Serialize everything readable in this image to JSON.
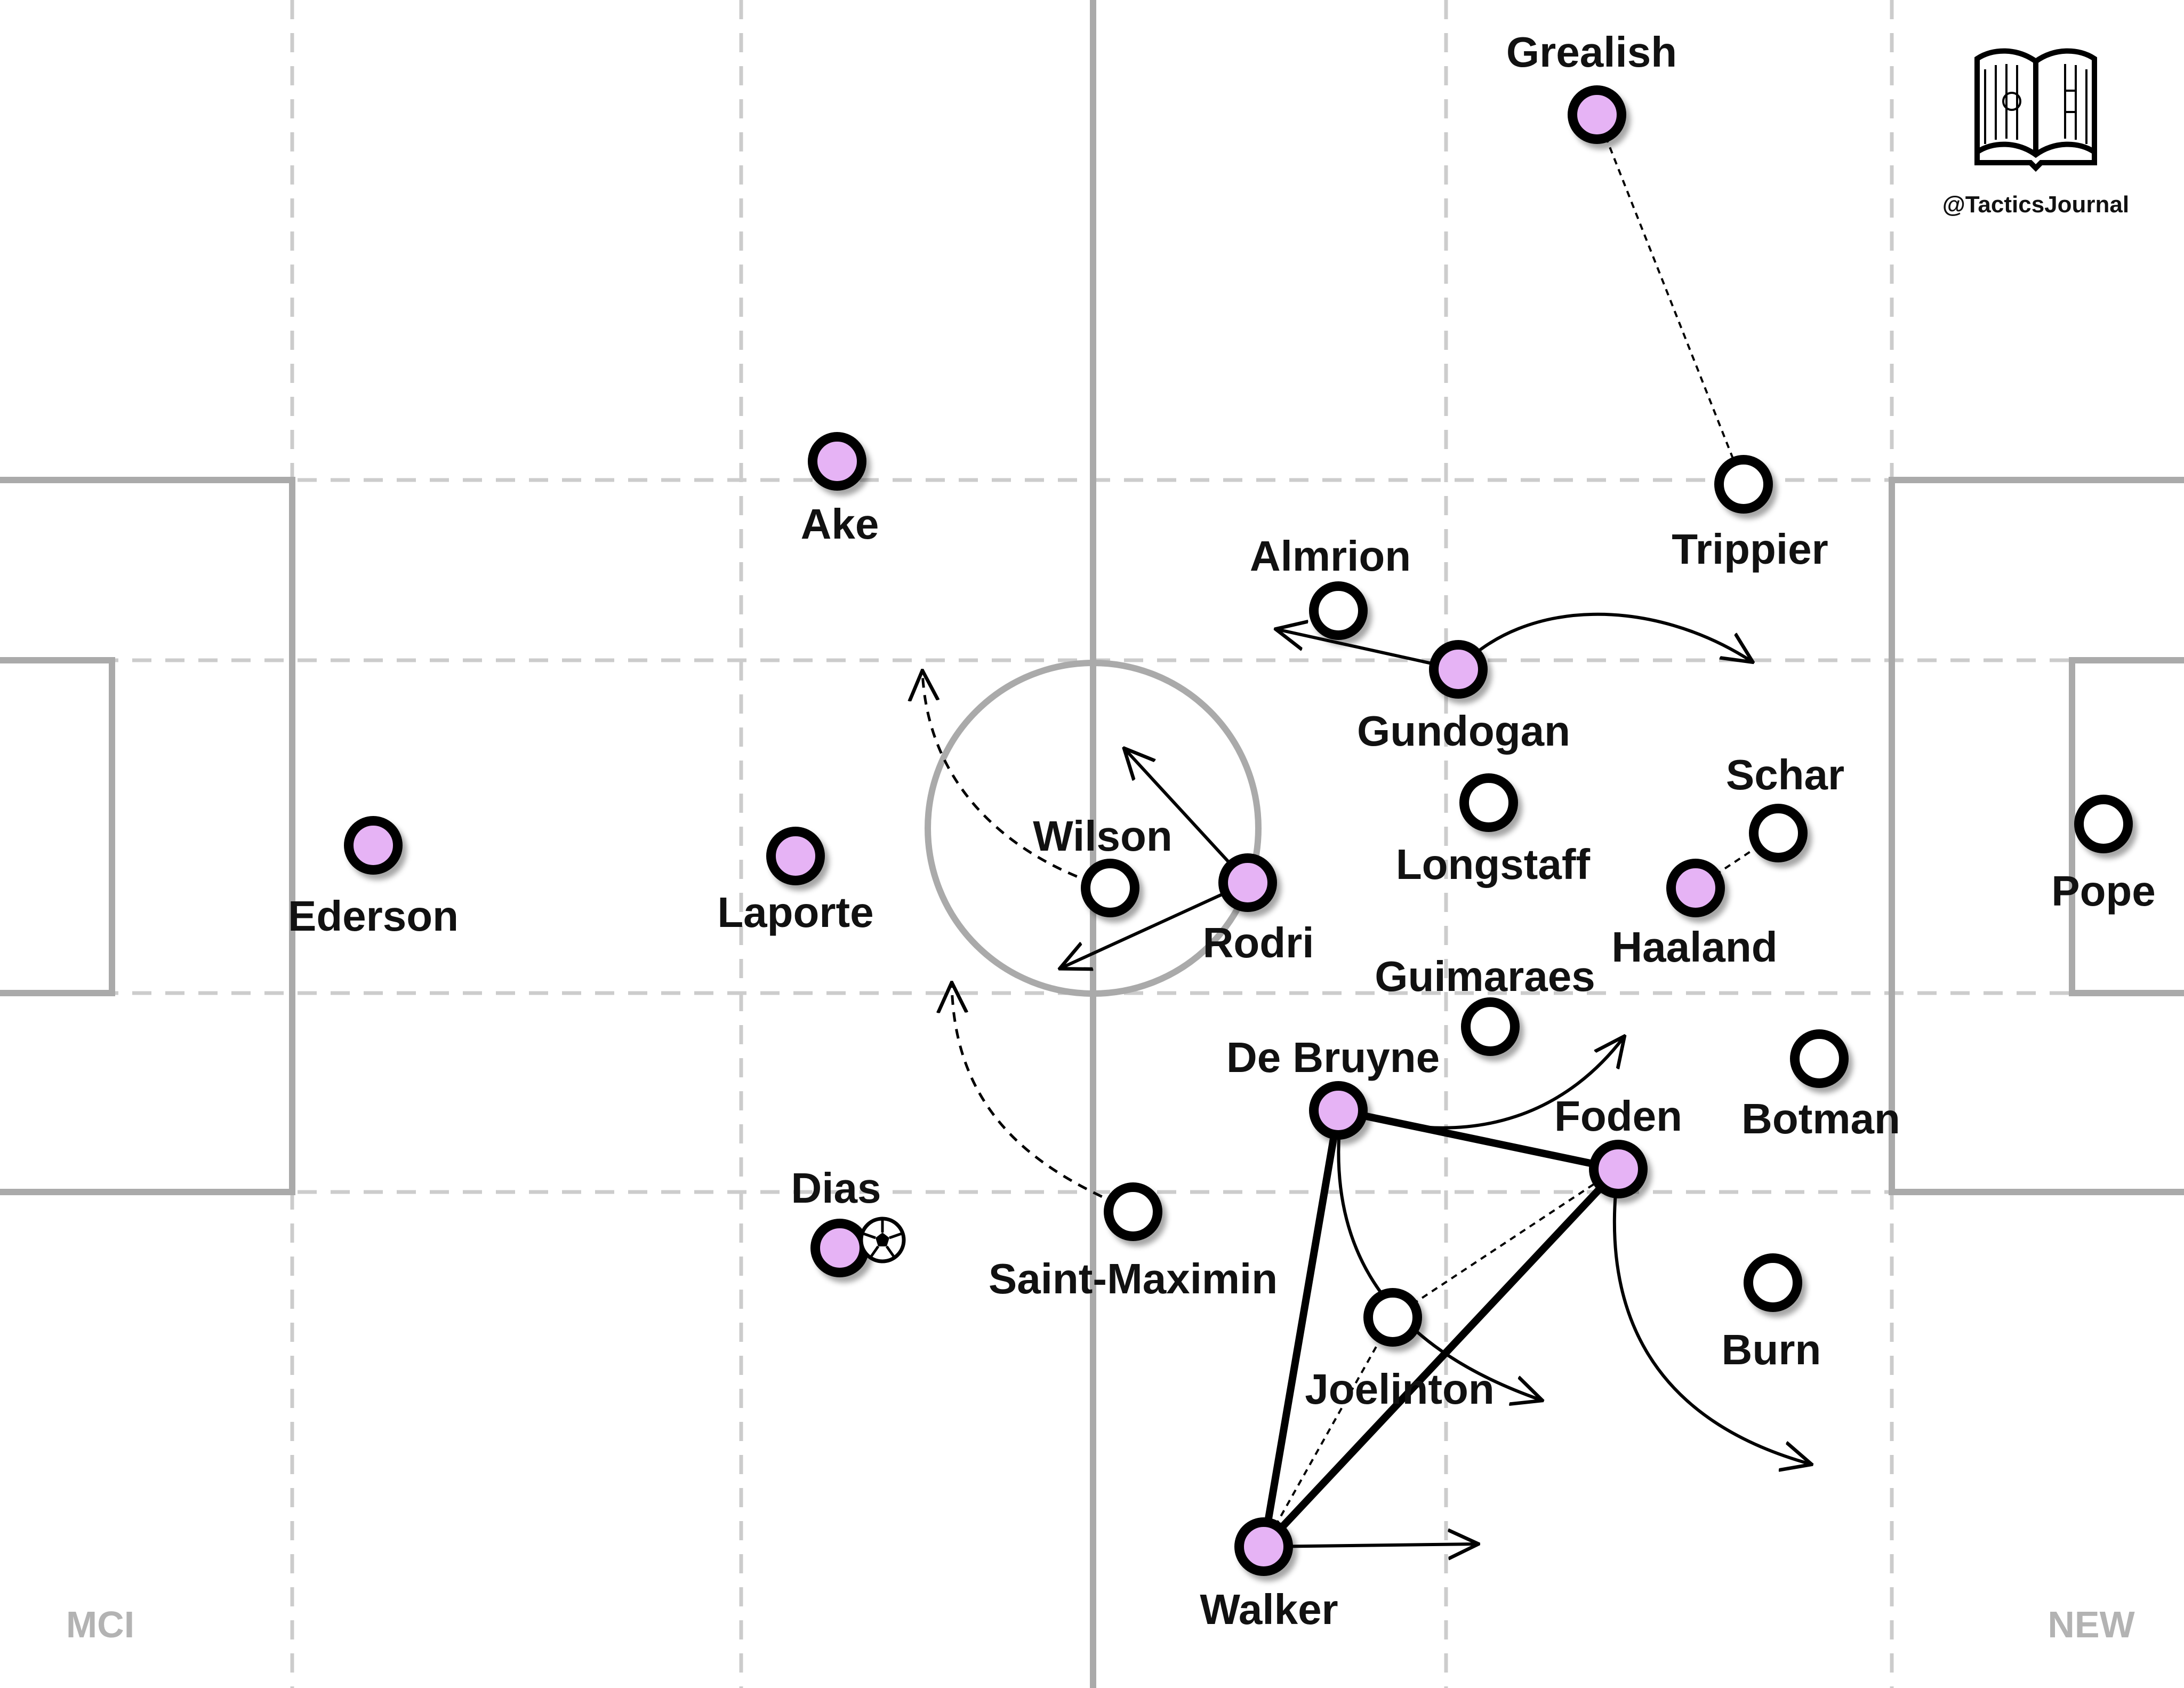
{
  "branding": {
    "handle": "@TacticsJournal",
    "logo": "open-book-pitch-icon"
  },
  "teams": {
    "home": "MCI",
    "away": "NEW"
  },
  "colors": {
    "home_fill": "#e6b3f5",
    "away_fill": "#ffffff",
    "outline": "#000000",
    "pitch_lines": "#aaaaaa"
  },
  "players": {
    "grealish": "Grealish",
    "ake": "Ake",
    "ederson": "Ederson",
    "laporte": "Laporte",
    "dias": "Dias",
    "rodri": "Rodri",
    "gundogan": "Gundogan",
    "de_bruyne": "De Bruyne",
    "foden": "Foden",
    "haaland": "Haaland",
    "walker": "Walker",
    "trippier": "Trippier",
    "almrion": "Almrion",
    "wilson": "Wilson",
    "longstaff": "Longstaff",
    "schar": "Schar",
    "pope": "Pope",
    "guimaraes": "Guimaraes",
    "botman": "Botman",
    "saint_maximin": "Saint-Maximin",
    "joelinton": "Joelinton",
    "burn": "Burn"
  }
}
